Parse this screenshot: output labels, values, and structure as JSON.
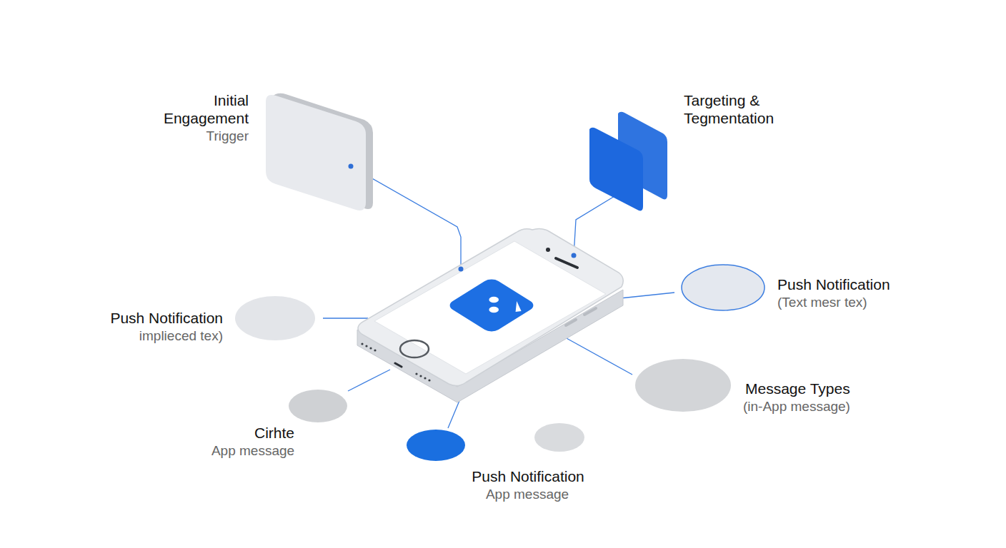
{
  "diagram": {
    "nodes": [
      {
        "text": [
          "Initial Engagement",
          "Trigger"
        ]
      },
      {
        "text": [
          "Targeting & Tegmentation"
        ]
      },
      {
        "text": [
          "Push Notification",
          "implieced tex)"
        ]
      },
      {
        "text": [
          "Push Notification",
          "(Text mesr tex)"
        ]
      },
      {
        "text": [
          "Message Types",
          "(in-App message)"
        ]
      },
      {
        "text": [
          "Cirhte",
          "App message"
        ]
      },
      {
        "text": [
          "Push Notification",
          "App message"
        ]
      }
    ]
  }
}
